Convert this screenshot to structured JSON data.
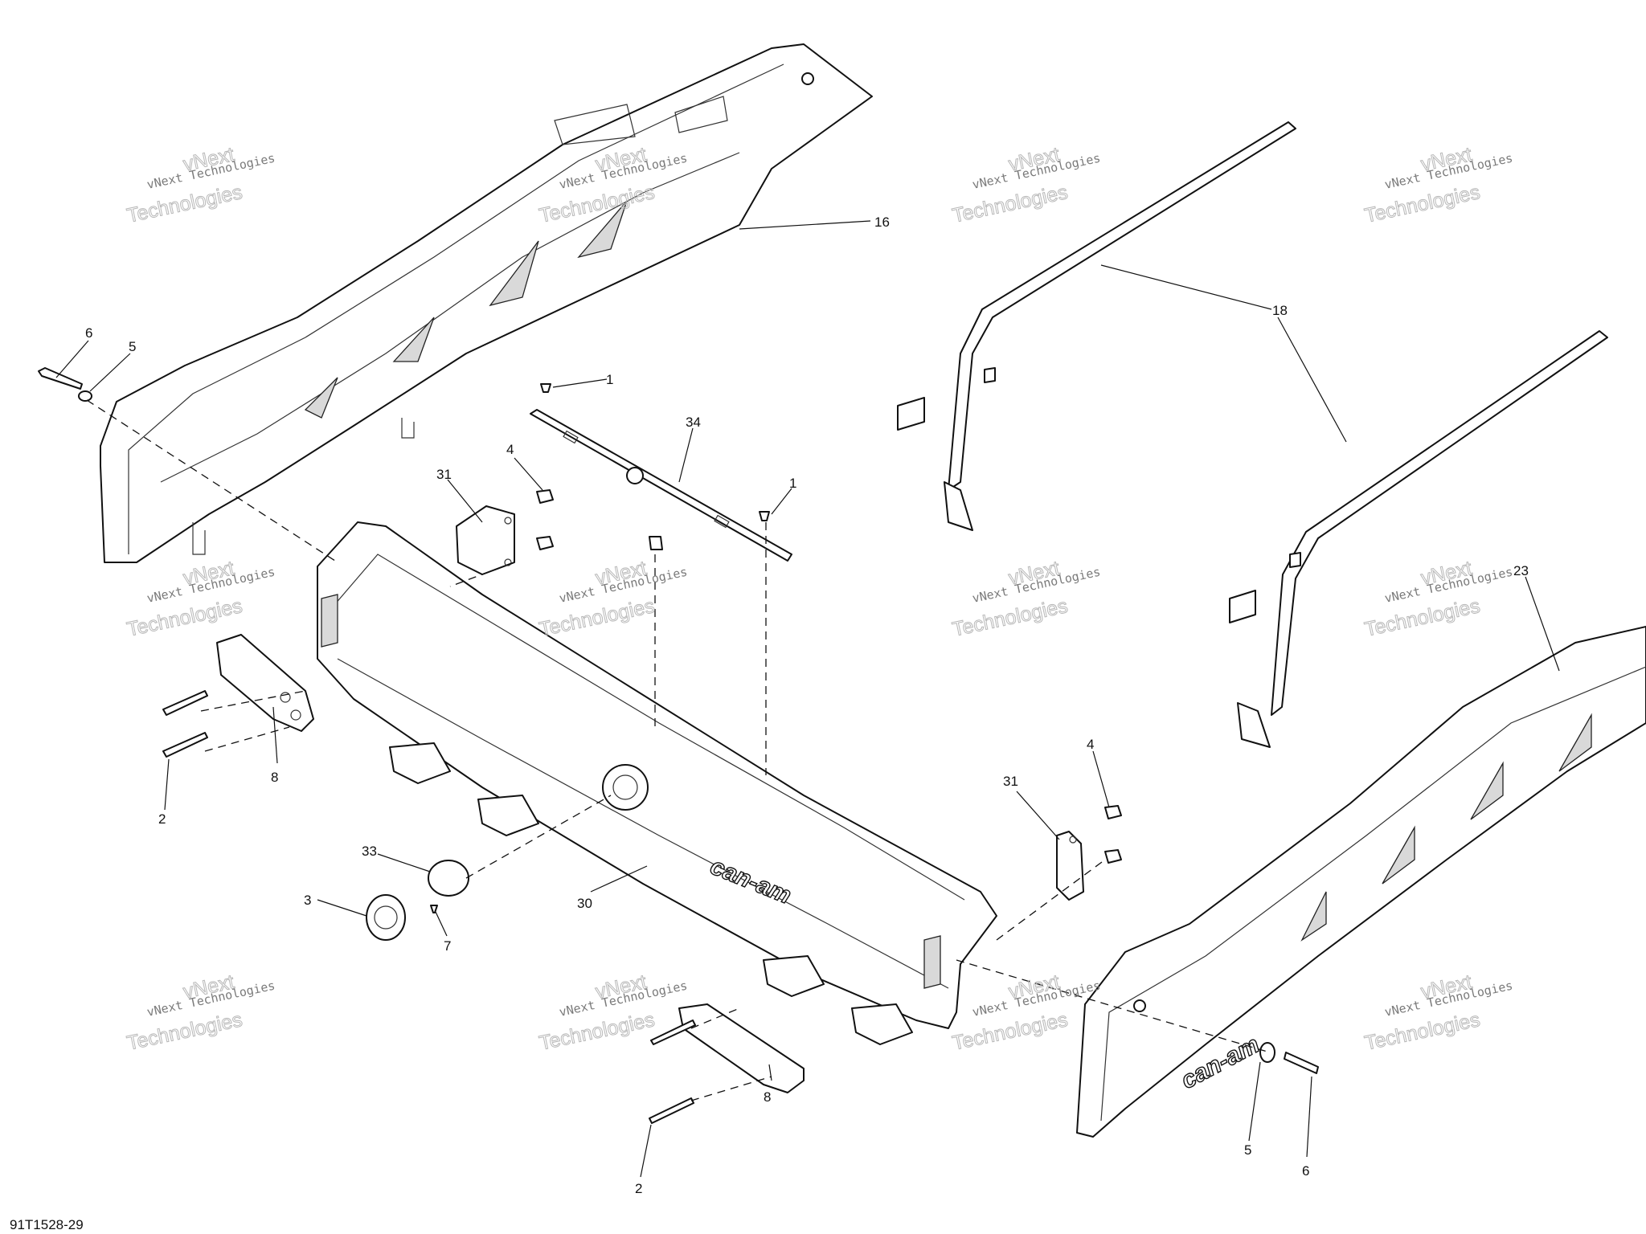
{
  "diagram": {
    "drawing_code": "91T1528-29",
    "brand_text": "can-am",
    "watermark": {
      "line1": "vNext",
      "line2": "vNext Technologies",
      "line3": "Technologies"
    },
    "callouts": [
      "16",
      "18",
      "6",
      "5",
      "1",
      "34",
      "4",
      "31",
      "1",
      "8",
      "2",
      "23",
      "31",
      "4",
      "33",
      "3",
      "7",
      "30",
      "8",
      "2",
      "5",
      "6"
    ]
  }
}
